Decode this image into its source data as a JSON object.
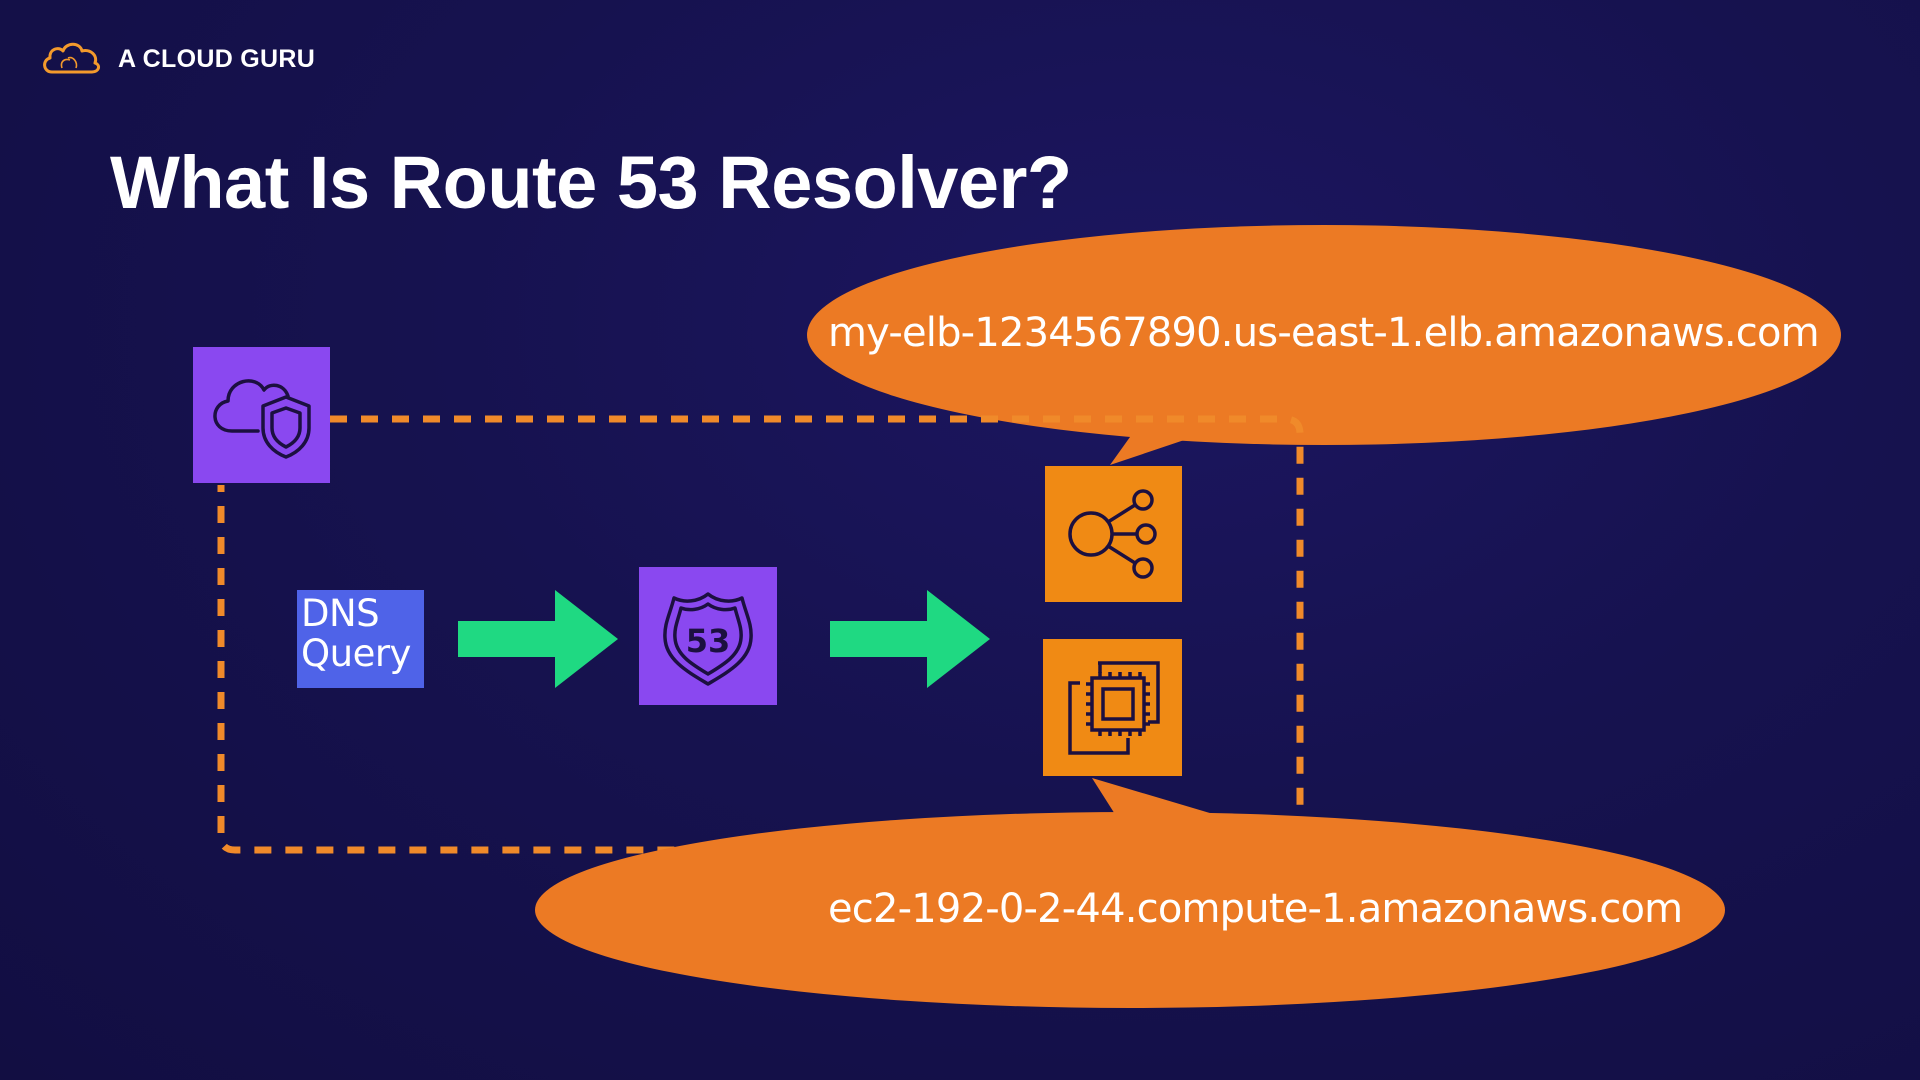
{
  "brand": {
    "name": "A CLOUD GURU",
    "icon": "cloud-icon",
    "accent": "#f39a2c"
  },
  "slide": {
    "title": "What Is Route 53 Resolver?"
  },
  "diagram": {
    "query_box": {
      "line1": "DNS",
      "line2": "Query",
      "color": "#4f63e8"
    },
    "nodes": [
      {
        "id": "resolver",
        "icon": "cloud-shield-icon",
        "color": "#8a48f0"
      },
      {
        "id": "route53",
        "icon": "route53-shield-icon",
        "label": "53",
        "color": "#8a48f0"
      },
      {
        "id": "load-balancer",
        "icon": "load-balancer-icon",
        "color": "#f08a14"
      },
      {
        "id": "ec2",
        "icon": "ec2-chip-icon",
        "color": "#f08a14"
      }
    ],
    "callouts": {
      "elb_hostname": "my-elb-1234567890.us-east-1.elb.amazonaws.com",
      "ec2_hostname": "ec2-192-0-2-44.compute-1.amazonaws.com",
      "color": "#ec7a24"
    },
    "arrow_color": "#1fd982",
    "boundary_color": "#f08a2a"
  }
}
